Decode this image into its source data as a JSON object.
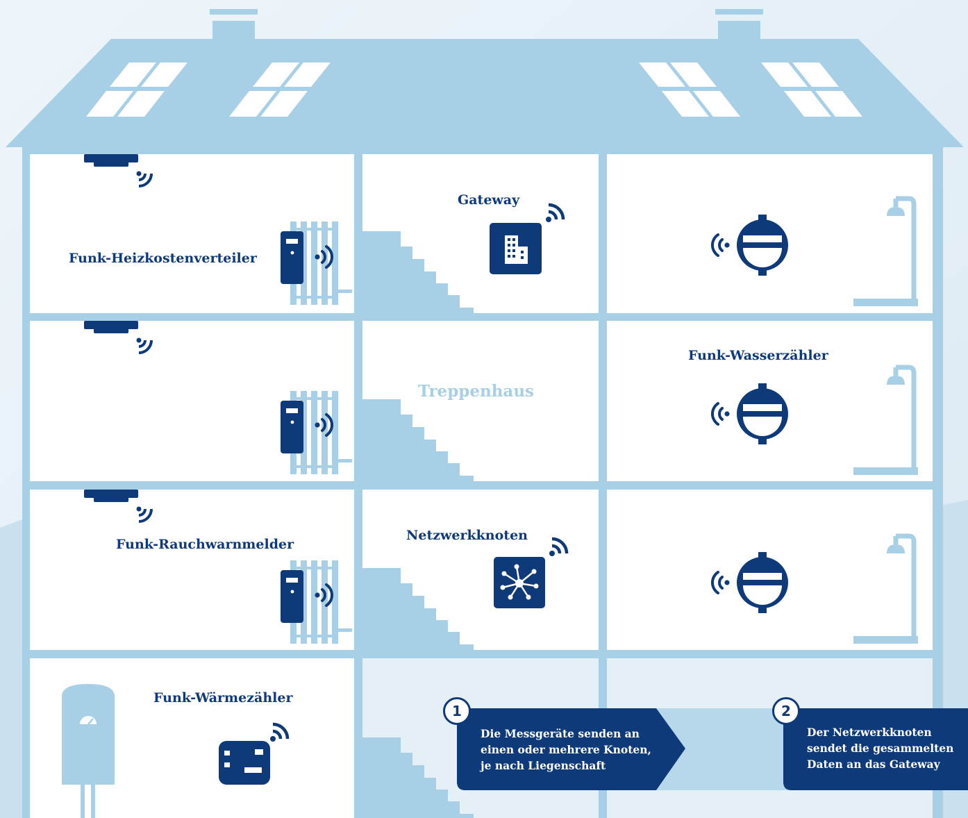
{
  "labels": {
    "gateway": "Gateway",
    "heizkostenverteiler": "Funk-Heizkostenverteiler",
    "wasserzaehler": "Funk-Wasserzähler",
    "treppenhaus": "Treppenhaus",
    "netzwerkknoten": "Netzwerkknoten",
    "rauchwarnmelder": "Funk-Rauchwarnmelder",
    "waermezaehler": "Funk-Wärmezähler"
  },
  "steps": [
    {
      "number": "1",
      "lines": [
        "Die Messgeräte senden an",
        "einen oder mehrere Knoten,",
        "je nach Liegenschaft"
      ]
    },
    {
      "number": "2",
      "lines": [
        "Der Netzwerkknoten",
        "sendet die gesammelten",
        "Daten an das Gateway"
      ]
    }
  ],
  "colors": {
    "house": "#a7cfe6",
    "device": "#0e3a7a",
    "background": "#e9f2f8",
    "room": "#ffffff"
  },
  "icons": [
    "building-icon",
    "network-node-icon",
    "wifi-signal-icon",
    "water-meter-icon",
    "radiator-icon",
    "smoke-detector-icon",
    "shower-icon",
    "boiler-icon",
    "heat-meter-icon"
  ]
}
